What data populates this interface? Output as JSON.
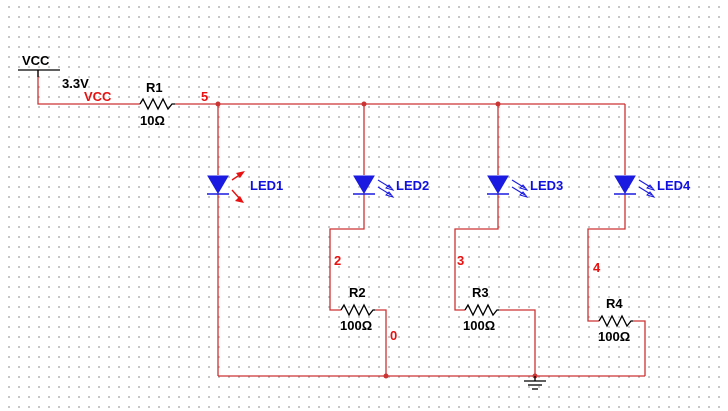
{
  "source": {
    "name": "VCC",
    "voltage": "3.3V",
    "net_label": "VCC"
  },
  "resistors": [
    {
      "name": "R1",
      "value": "10Ω"
    },
    {
      "name": "R2",
      "value": "100Ω"
    },
    {
      "name": "R3",
      "value": "100Ω"
    },
    {
      "name": "R4",
      "value": "100Ω"
    }
  ],
  "leds": [
    {
      "name": "LED1",
      "lit": true
    },
    {
      "name": "LED2",
      "lit": false
    },
    {
      "name": "LED3",
      "lit": false
    },
    {
      "name": "LED4",
      "lit": false
    }
  ],
  "nodes": [
    "5",
    "2",
    "3",
    "4",
    "0"
  ],
  "colors": {
    "wire": "#cc3333",
    "component": "#000000",
    "led": "#1a1ae0",
    "node_label": "#e81010",
    "device_label": "#1010e0"
  }
}
